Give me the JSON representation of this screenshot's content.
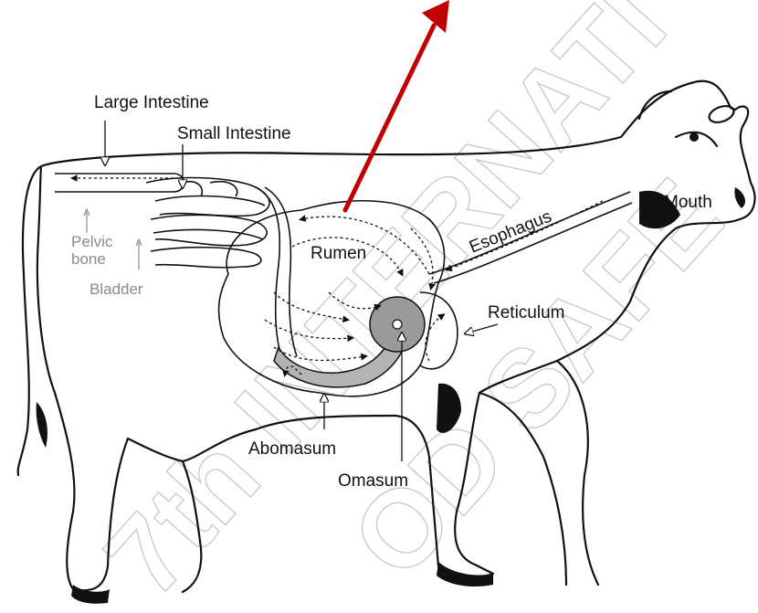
{
  "labels": {
    "large_intestine": "Large Intestine",
    "small_intestine": "Small Intestine",
    "pelvic_bone_line1": "Pelvic",
    "pelvic_bone_line2": "bone",
    "bladder": "Bladder",
    "rumen": "Rumen",
    "esophagus": "Esophagus",
    "mouth": "Mouth",
    "reticulum": "Reticulum",
    "abomasum": "Abomasum",
    "omasum": "Omasum"
  },
  "watermark": {
    "line1": "7th INTERNATI",
    "line2": "OD SAFE"
  },
  "colors": {
    "arrow": "#c00000",
    "outline": "#111111",
    "omasum_fill": "#9a9a9a",
    "abomasum_fill": "#b4b4b4",
    "watermark": "#c8c8c8",
    "grey_label": "#8a8a8a"
  }
}
